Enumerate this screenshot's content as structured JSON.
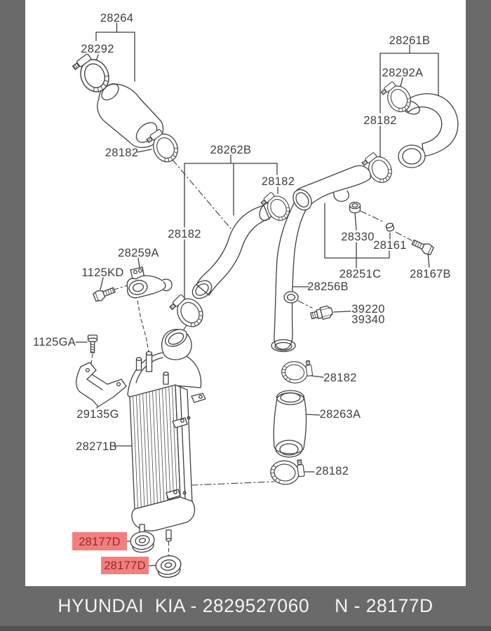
{
  "colors": {
    "canvas": "#6A6A6A",
    "panel": "#FFFFFF",
    "line_art": "#3F3F3F",
    "label_text": "#3E3E3E",
    "highlight_bg": "#F47E7E",
    "highlight_text": "#8B2D2D",
    "footer_text": "#F4F4F4",
    "footer_edge": "#515151"
  },
  "labels": [
    {
      "id": "28264",
      "text": "28264"
    },
    {
      "id": "28292",
      "text": "28292"
    },
    {
      "id": "28182-a",
      "text": "28182"
    },
    {
      "id": "28262B",
      "text": "28262B"
    },
    {
      "id": "28182-b",
      "text": "28182"
    },
    {
      "id": "28182-c",
      "text": "28182"
    },
    {
      "id": "28261B",
      "text": "28261B"
    },
    {
      "id": "28292A",
      "text": "28292A"
    },
    {
      "id": "28182-d",
      "text": "28182"
    },
    {
      "id": "28330",
      "text": "28330"
    },
    {
      "id": "28161",
      "text": "28161"
    },
    {
      "id": "28251C",
      "text": "28251C"
    },
    {
      "id": "28167B",
      "text": "28167B"
    },
    {
      "id": "28259A",
      "text": "28259A"
    },
    {
      "id": "1125KD",
      "text": "1125KD"
    },
    {
      "id": "1125GA",
      "text": "1125GA"
    },
    {
      "id": "29135G",
      "text": "29135G"
    },
    {
      "id": "28271B",
      "text": "28271B"
    },
    {
      "id": "39220",
      "text": "39220"
    },
    {
      "id": "39340",
      "text": "39340"
    },
    {
      "id": "28256B",
      "text": "28256B"
    },
    {
      "id": "28182-e",
      "text": "28182"
    },
    {
      "id": "28263A",
      "text": "28263A"
    },
    {
      "id": "28182-f",
      "text": "28182"
    },
    {
      "id": "28177D-1",
      "text": "28177D"
    },
    {
      "id": "28177D-2",
      "text": "28177D"
    }
  ],
  "footer": {
    "left": "HYUNDAI  KIA - 2829527060",
    "right": "N - 28177D"
  }
}
